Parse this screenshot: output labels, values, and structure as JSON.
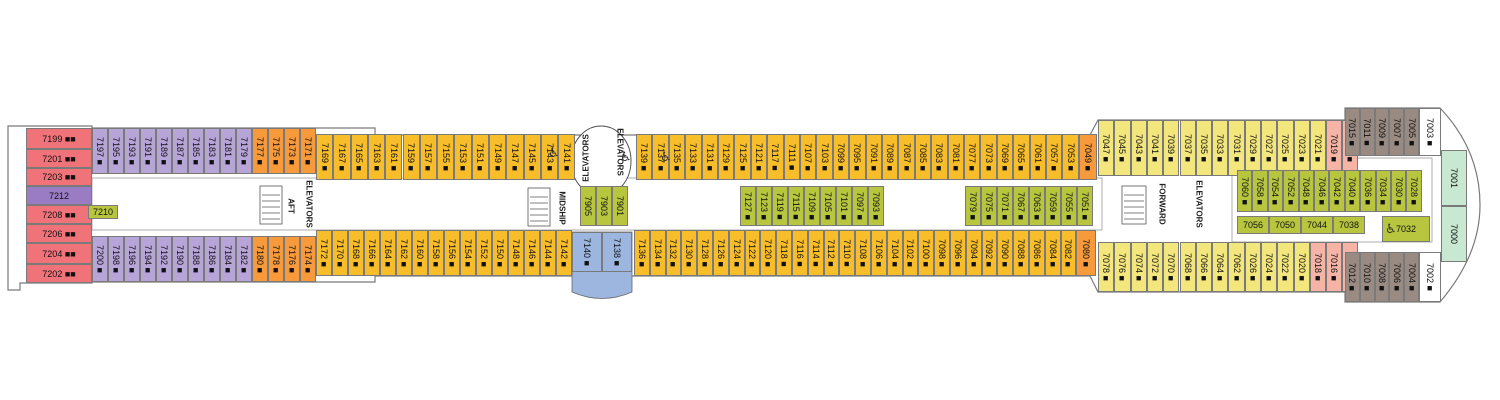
{
  "colors": {
    "red": "#f1737a",
    "purple": "#b7a5d8",
    "orange": "#f69a3c",
    "gold": "#f7bd2a",
    "yellow": "#f3e67d",
    "olive": "#b7c63e",
    "salmon": "#f6b4a6",
    "taupe": "#9a8b82",
    "mint": "#c9e8d2",
    "blue": "#9cb6e0",
    "violet": "#9a7cc4"
  },
  "labels": {
    "elevators_aft": "ELEVATORS",
    "aft": "AFT",
    "elevators_mid_left": "ELEVATORS",
    "elevators_mid_right": "ELEVATORS",
    "midship": "MIDSHIP",
    "forward": "FORWARD",
    "elevators_fwd": "ELEVATORS"
  },
  "cabins": {
    "aft_left": [
      "7199",
      "7201",
      "7203",
      "7212",
      "7208",
      "7206",
      "7204",
      "7202"
    ],
    "aft_left_marks": [
      "■■",
      "■■",
      "■■",
      "",
      "■■",
      "■■",
      "■■",
      "■■"
    ],
    "inner_aft": [
      "7210"
    ],
    "top_purple": [
      "7197",
      "7195",
      "7193",
      "7191",
      "7189",
      "7187",
      "7185",
      "7183",
      "7181",
      "7179"
    ],
    "top_orange": [
      "7177",
      "7175",
      "7173",
      "7171"
    ],
    "top_gold_a": [
      "7169",
      "7167",
      "7165",
      "7163",
      "7161",
      "7159",
      "7157",
      "7155",
      "7153",
      "7151",
      "7149",
      "7147",
      "7145",
      "7143",
      "7141"
    ],
    "top_gold_b": [
      "7139",
      "7137",
      "7135",
      "7133",
      "7131",
      "7129",
      "7125",
      "7121",
      "7117",
      "7111",
      "7107",
      "7103",
      "7099",
      "7095",
      "7091",
      "7089",
      "7087",
      "7085",
      "7083",
      "7081",
      "7077",
      "7073",
      "7069",
      "7065",
      "7061",
      "7057",
      "7053"
    ],
    "top_orange_fwd": [
      "7049"
    ],
    "top_yellow": [
      "7047",
      "7045",
      "7043",
      "7041",
      "7039",
      "7037",
      "7035",
      "7033",
      "7031",
      "7029",
      "7027",
      "7025",
      "7023",
      "7021"
    ],
    "top_salmon": [
      "7019",
      "7017"
    ],
    "top_taupe": [
      "7015",
      "7011",
      "7009",
      "7007",
      "7005"
    ],
    "top_end": [
      "7003"
    ],
    "bottom_purple": [
      "7200",
      "7198",
      "7196",
      "7194",
      "7192",
      "7190",
      "7188",
      "7186",
      "7184",
      "7182"
    ],
    "bottom_orange": [
      "7180",
      "7178",
      "7176",
      "7174"
    ],
    "bottom_gold_a": [
      "7172",
      "7170",
      "7168",
      "7166",
      "7164",
      "7162",
      "7160",
      "7158",
      "7156",
      "7154",
      "7152",
      "7150",
      "7148",
      "7146",
      "7144",
      "7142"
    ],
    "bottom_blue": [
      "7140",
      "7138"
    ],
    "bottom_gold_b": [
      "7136",
      "7134",
      "7132",
      "7130",
      "7128",
      "7126",
      "7124",
      "7122",
      "7120",
      "7118",
      "7116",
      "7114",
      "7112",
      "7110",
      "7108",
      "7106",
      "7104",
      "7102",
      "7100",
      "7098",
      "7096",
      "7094",
      "7092",
      "7090",
      "7088",
      "7086",
      "7084",
      "7082"
    ],
    "bottom_orange_fwd": [
      "7080"
    ],
    "bottom_yellow": [
      "7078",
      "7076",
      "7074",
      "7072",
      "7070",
      "7068",
      "7066",
      "7064",
      "7062",
      "7026",
      "7024",
      "7022",
      "7020"
    ],
    "bottom_salmon": [
      "7018",
      "7016",
      "7014"
    ],
    "bottom_taupe": [
      "7012",
      "7010",
      "7008",
      "7006",
      "7004"
    ],
    "bottom_end": [
      "7002"
    ],
    "inner_mid": [
      "7905",
      "7903",
      "7901"
    ],
    "inner_center_a": [
      "7127",
      "7123",
      "7119",
      "7115",
      "7109",
      "7105",
      "7101",
      "7097",
      "7093"
    ],
    "inner_center_b": [
      "7079",
      "7075",
      "7071",
      "7067",
      "7063",
      "7059",
      "7055",
      "7051"
    ],
    "inner_fwd_top": [
      "7060",
      "7058",
      "7054",
      "7052",
      "7048",
      "7046",
      "7042",
      "7040",
      "7036",
      "7034",
      "7030",
      "7028"
    ],
    "inner_fwd_bottom": [
      "7056",
      "7050",
      "7044",
      "7038"
    ],
    "inner_fwd_access": [
      "7032"
    ],
    "bow": [
      "7001",
      "7000"
    ]
  },
  "mark": "■",
  "acc_icon": "♿"
}
